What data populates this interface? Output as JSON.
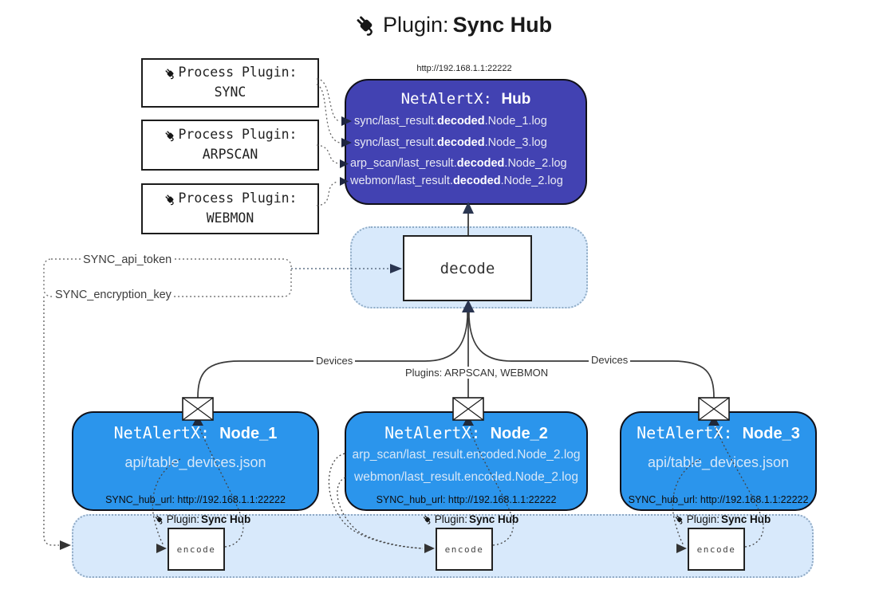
{
  "title": {
    "prefix": "Plugin: ",
    "bold": "Sync Hub"
  },
  "hub": {
    "url": "http://192.168.1.1:22222",
    "title_prefix": "NetAlertX: ",
    "title_bold": "Hub",
    "logs": [
      {
        "pre": "sync/last_result.",
        "bold": "decoded",
        "post": ".Node_1.log"
      },
      {
        "pre": "sync/last_result.",
        "bold": "decoded",
        "post": ".Node_3.log"
      },
      {
        "pre": "arp_scan/last_result.",
        "bold": "decoded",
        "post": ".Node_2.log"
      },
      {
        "pre": "webmon/last_result.",
        "bold": "decoded",
        "post": ".Node_2.log"
      }
    ]
  },
  "process_plugins": [
    {
      "label": "Process Plugin:",
      "name": "SYNC"
    },
    {
      "label": "Process Plugin:",
      "name": "ARPSCAN"
    },
    {
      "label": "Process Plugin:",
      "name": "WEBMON"
    }
  ],
  "decode": {
    "label": "decode"
  },
  "config": {
    "api_token": "SYNC_api_token",
    "encryption_key": "SYNC_encryption_key"
  },
  "edges": {
    "devices_left": "Devices",
    "devices_right": "Devices",
    "plugins_center": "Plugins: ARPSCAN, WEBMON"
  },
  "nodes": [
    {
      "title_prefix": "NetAlertX: ",
      "title_bold": "Node_1",
      "line": "api/table_devices.json",
      "hub_url": "SYNC_hub_url: http://192.168.1.1:22222"
    },
    {
      "title_prefix": "NetAlertX: ",
      "title_bold": "Node_2",
      "line_a": "arp_scan/last_result.encoded.Node_2.log",
      "line_b": "webmon/last_result.encoded.Node_2.log",
      "hub_url": "SYNC_hub_url: http://192.168.1.1:22222"
    },
    {
      "title_prefix": "NetAlertX: ",
      "title_bold": "Node_3",
      "line": "api/table_devices.json",
      "hub_url": "SYNC_hub_url: http://192.168.1.1:22222"
    }
  ],
  "encoders": [
    {
      "label_prefix": "Plugin: ",
      "label_bold": "Sync Hub",
      "box": "encode"
    },
    {
      "label_prefix": "Plugin: ",
      "label_bold": "Sync Hub",
      "box": "encode"
    },
    {
      "label_prefix": "Plugin: ",
      "label_bold": "Sync Hub",
      "box": "encode"
    }
  ],
  "colors": {
    "hub_fill": "#4242b2",
    "node_fill": "#2b95ec",
    "panel_fill": "#d8e9fb",
    "arrow_dark": "#2a3550"
  }
}
